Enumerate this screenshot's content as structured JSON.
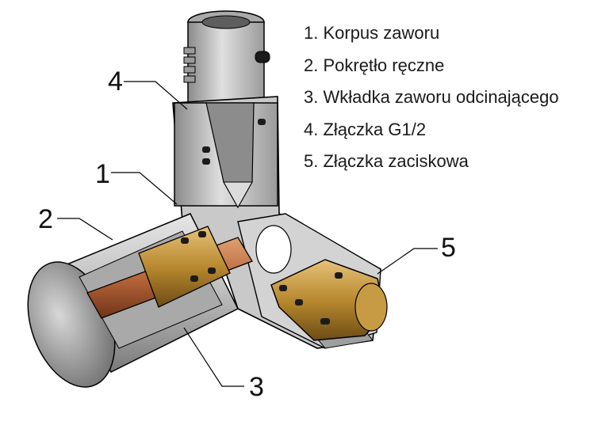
{
  "legend": [
    "1. Korpus zaworu",
    "2. Pokrętło ręczne",
    "3. Wkładka zaworu odcinającego",
    "4. Złączka G1/2",
    "5. Złączka zaciskowa"
  ],
  "callouts": {
    "c1": "1",
    "c2": "2",
    "c3": "3",
    "c4": "4",
    "c5": "5"
  },
  "colors": {
    "body_gray": "#c9c9c9",
    "body_dark": "#6f6f6f",
    "brass": "#b8892f",
    "copper": "#b8663a",
    "line": "#000000"
  }
}
